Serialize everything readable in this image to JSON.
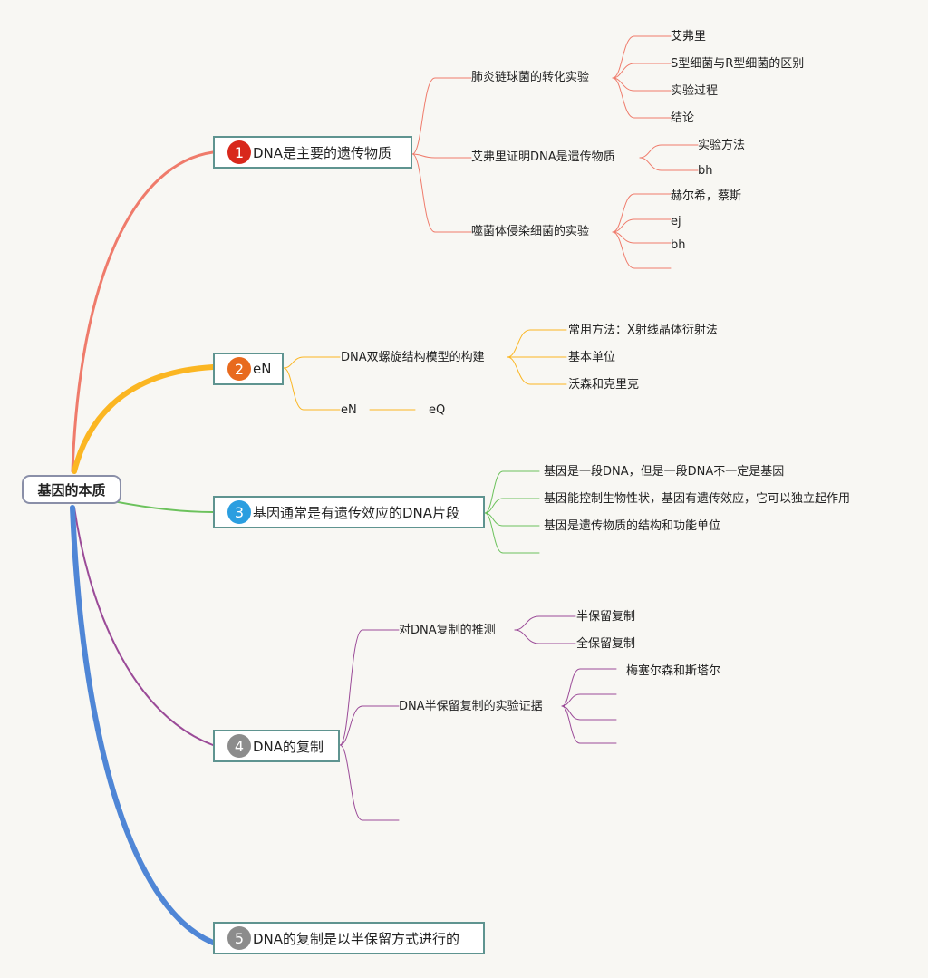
{
  "root": {
    "label": "基因的本质"
  },
  "branches": [
    {
      "id": "b1",
      "number": "1",
      "label": "DNA是主要的遗传物质",
      "color": "#ef7b6b",
      "badge_color": "#d8281c"
    },
    {
      "id": "b2",
      "number": "2",
      "label": "eN",
      "color": "#fbb622",
      "badge_color": "#e86a1e"
    },
    {
      "id": "b3",
      "number": "3",
      "label": "基因通常是有遗传效应的DNA片段",
      "color": "#6cc25c",
      "badge_color": "#2b9ee0"
    },
    {
      "id": "b4",
      "number": "4",
      "label": "DNA的复制",
      "color": "#9b4b98",
      "badge_color": "#8c8c8c"
    },
    {
      "id": "b5",
      "number": "5",
      "label": "DNA的复制是以半保留方式进行的",
      "color": "#4f86d6",
      "badge_color": "#8c8c8c"
    }
  ],
  "b1": {
    "topics": [
      {
        "label": "肺炎链球菌的转化实验",
        "children": [
          "艾弗里",
          "S型细菌与R型细菌的区别",
          "实验过程",
          "结论"
        ]
      },
      {
        "label": "艾弗里证明DNA是遗传物质",
        "children": [
          "实验方法",
          "bh"
        ]
      },
      {
        "label": "噬菌体侵染细菌的实验",
        "children": [
          "赫尔希，蔡斯",
          "ej",
          "bh",
          ""
        ]
      }
    ]
  },
  "b2": {
    "topics": [
      {
        "label": "DNA双螺旋结构模型的构建",
        "children": [
          "常用方法：X射线晶体衍射法",
          "基本单位",
          "沃森和克里克"
        ]
      },
      {
        "label": "eN",
        "children": [
          "eQ"
        ]
      }
    ]
  },
  "b3": {
    "children": [
      "基因是一段DNA，但是一段DNA不一定是基因",
      "基因能控制生物性状，基因有遗传效应，它可以独立起作用",
      "基因是遗传物质的结构和功能单位",
      ""
    ]
  },
  "b4": {
    "topics": [
      {
        "label": "对DNA复制的推测",
        "children": [
          "半保留复制",
          "全保留复制"
        ]
      },
      {
        "label": "DNA半保留复制的实验证据",
        "children": [
          "梅塞尔森和斯塔尔",
          "",
          "",
          ""
        ]
      },
      {
        "label": "",
        "children": []
      }
    ]
  }
}
